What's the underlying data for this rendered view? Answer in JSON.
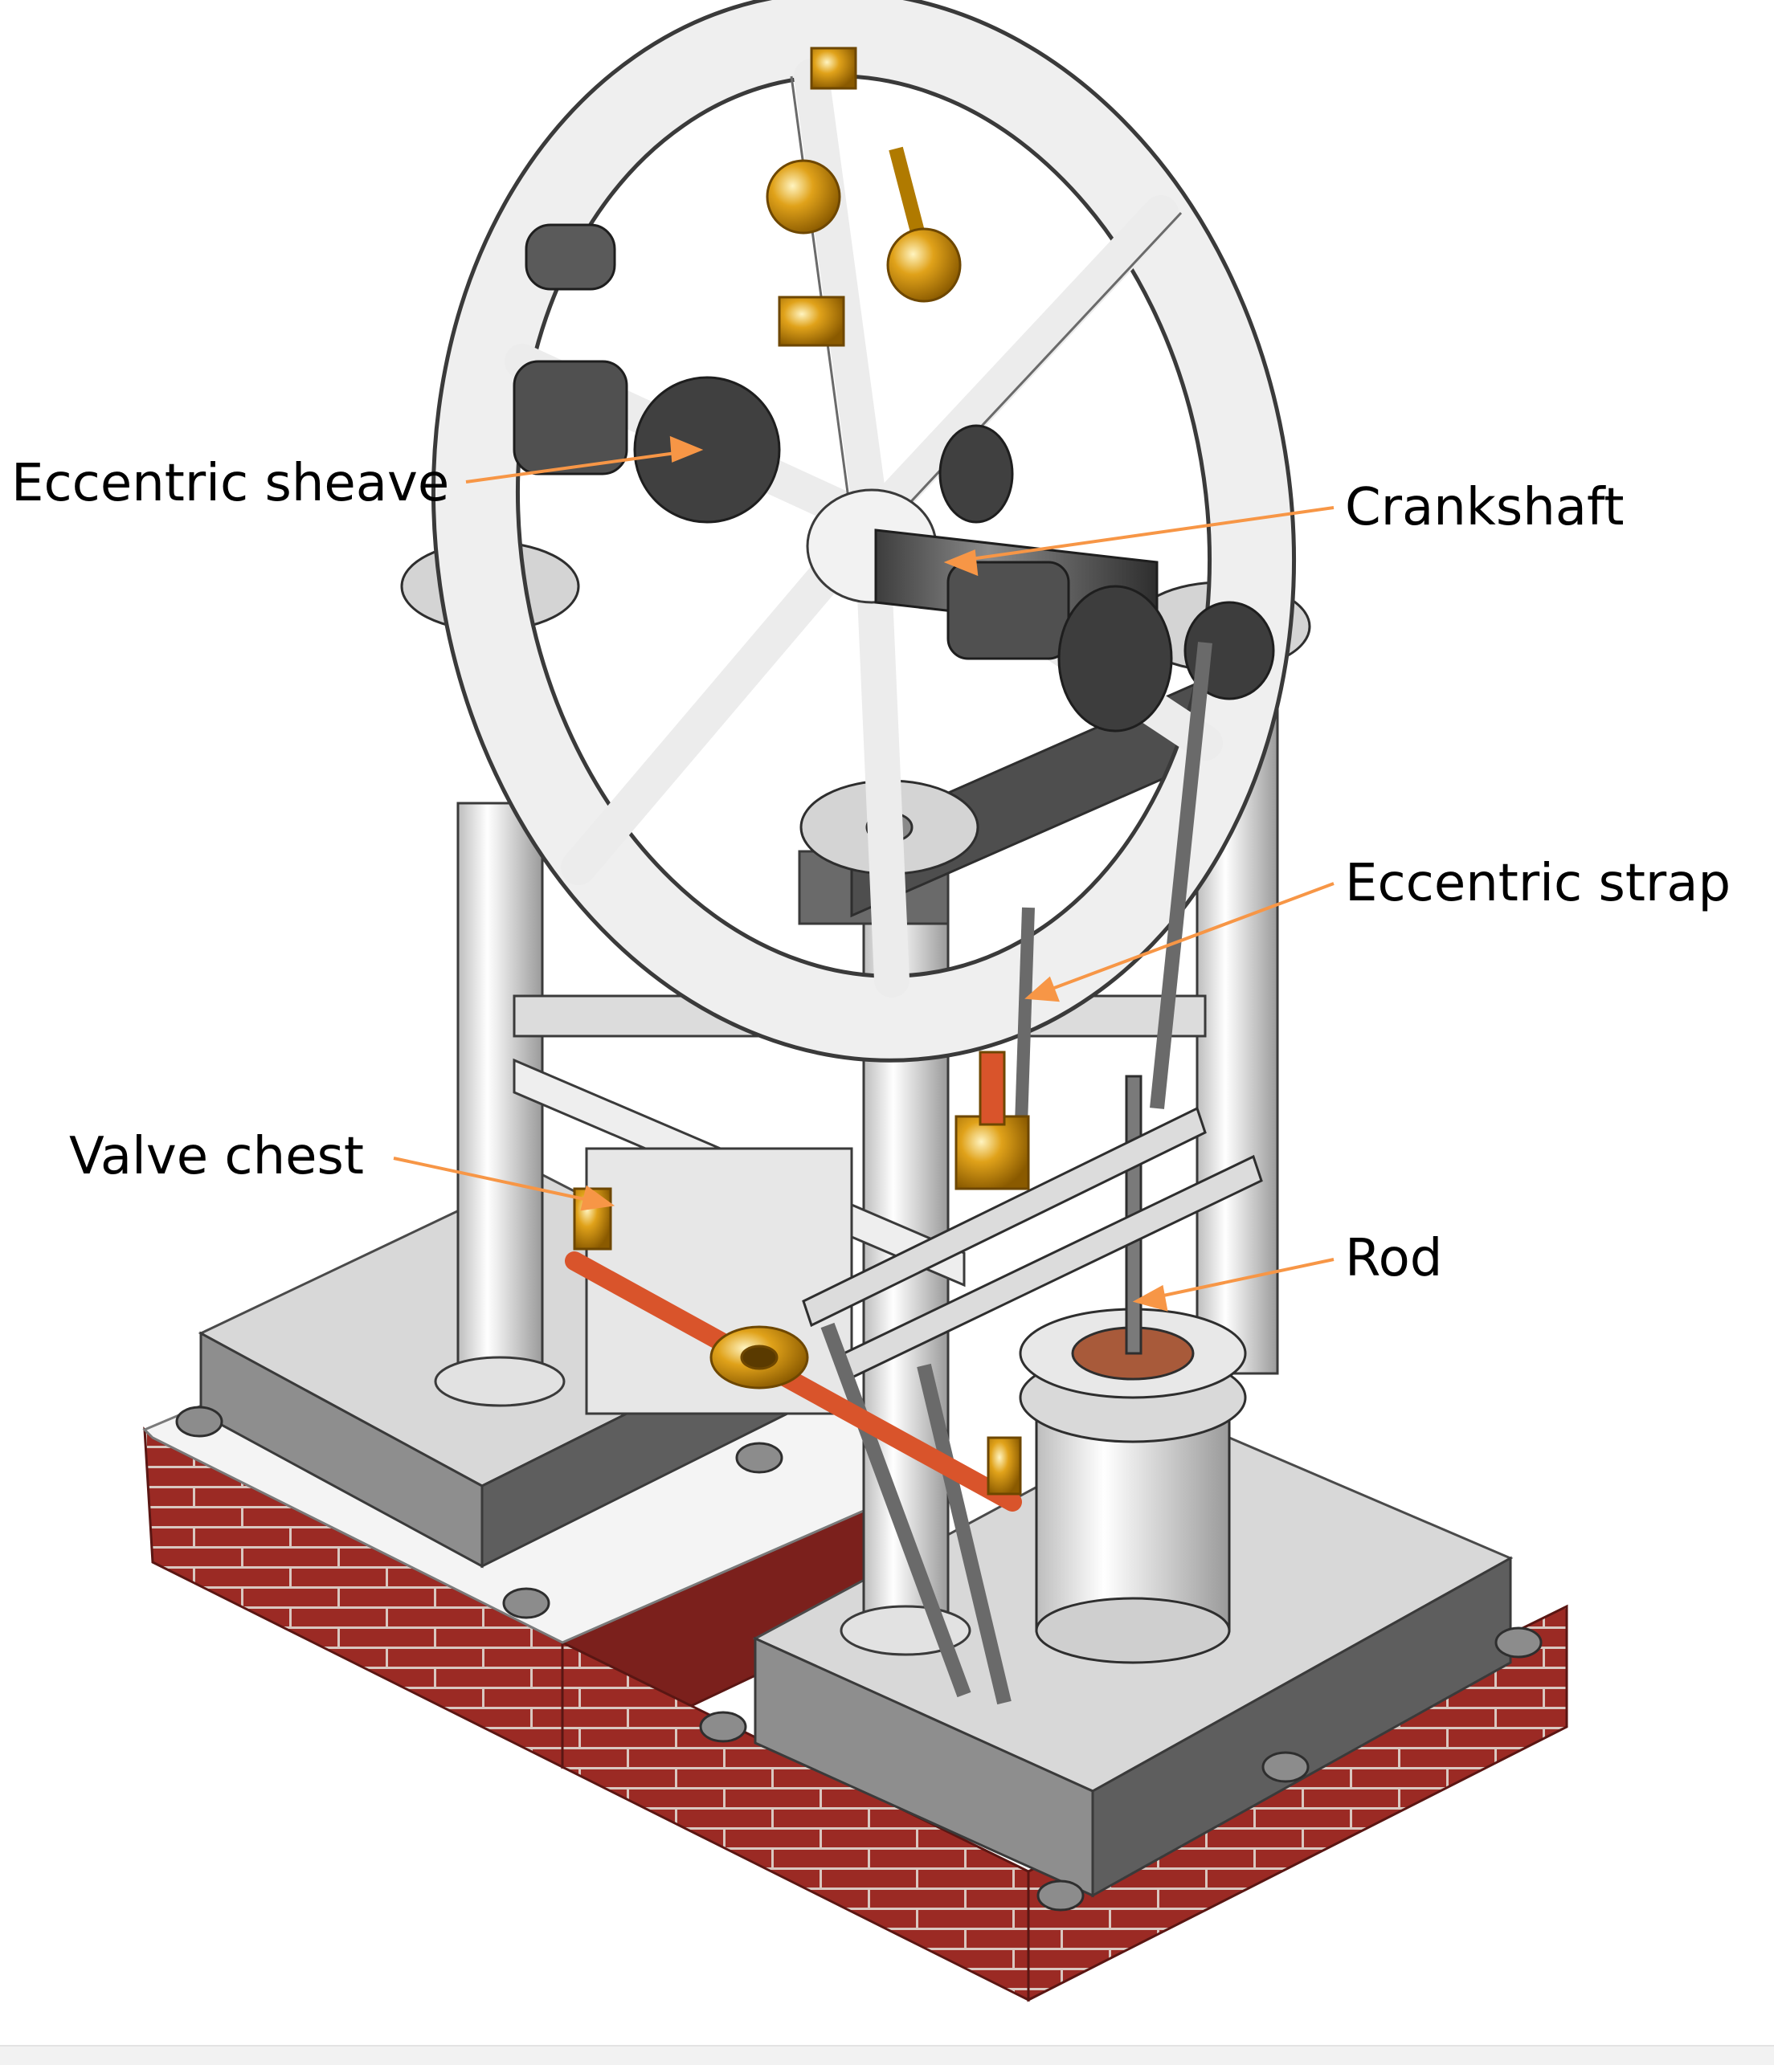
{
  "diagram": {
    "labels": {
      "eccentric_sheave": "Eccentric sheave",
      "crankshaft": "Crankshaft",
      "eccentric_strap": "Eccentric strap",
      "valve_chest": "Valve chest",
      "rod": "Rod"
    },
    "colors": {
      "leader": "#f79646",
      "brick": "#9b2a24",
      "mortar": "#d9c7c0",
      "steel_light": "#e9e9e9",
      "steel_dark": "#6e6e6e",
      "brass": "#e0a21a",
      "copper": "#d9542b"
    }
  }
}
